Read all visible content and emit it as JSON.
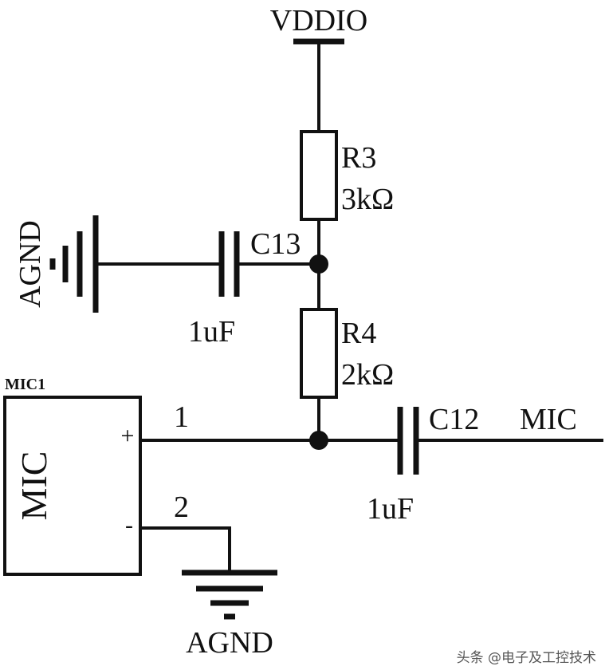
{
  "schematic": {
    "supply": {
      "label": "VDDIO"
    },
    "r3": {
      "ref": "R3",
      "value": "3kΩ"
    },
    "r4": {
      "ref": "R4",
      "value": "2kΩ"
    },
    "c13": {
      "ref": "C13",
      "value": "1uF"
    },
    "c12": {
      "ref": "C12",
      "value": "1uF"
    },
    "output": {
      "label": "MIC"
    },
    "ground_left": {
      "label": "AGND"
    },
    "ground_bottom": {
      "label": "AGND"
    },
    "mic": {
      "designator": "MIC1",
      "body_label": "MIC",
      "plus_symbol": "+",
      "minus_symbol": "-",
      "pin1": "1",
      "pin2": "2"
    }
  },
  "watermark": {
    "text": "头条 @电子及工控技术"
  }
}
